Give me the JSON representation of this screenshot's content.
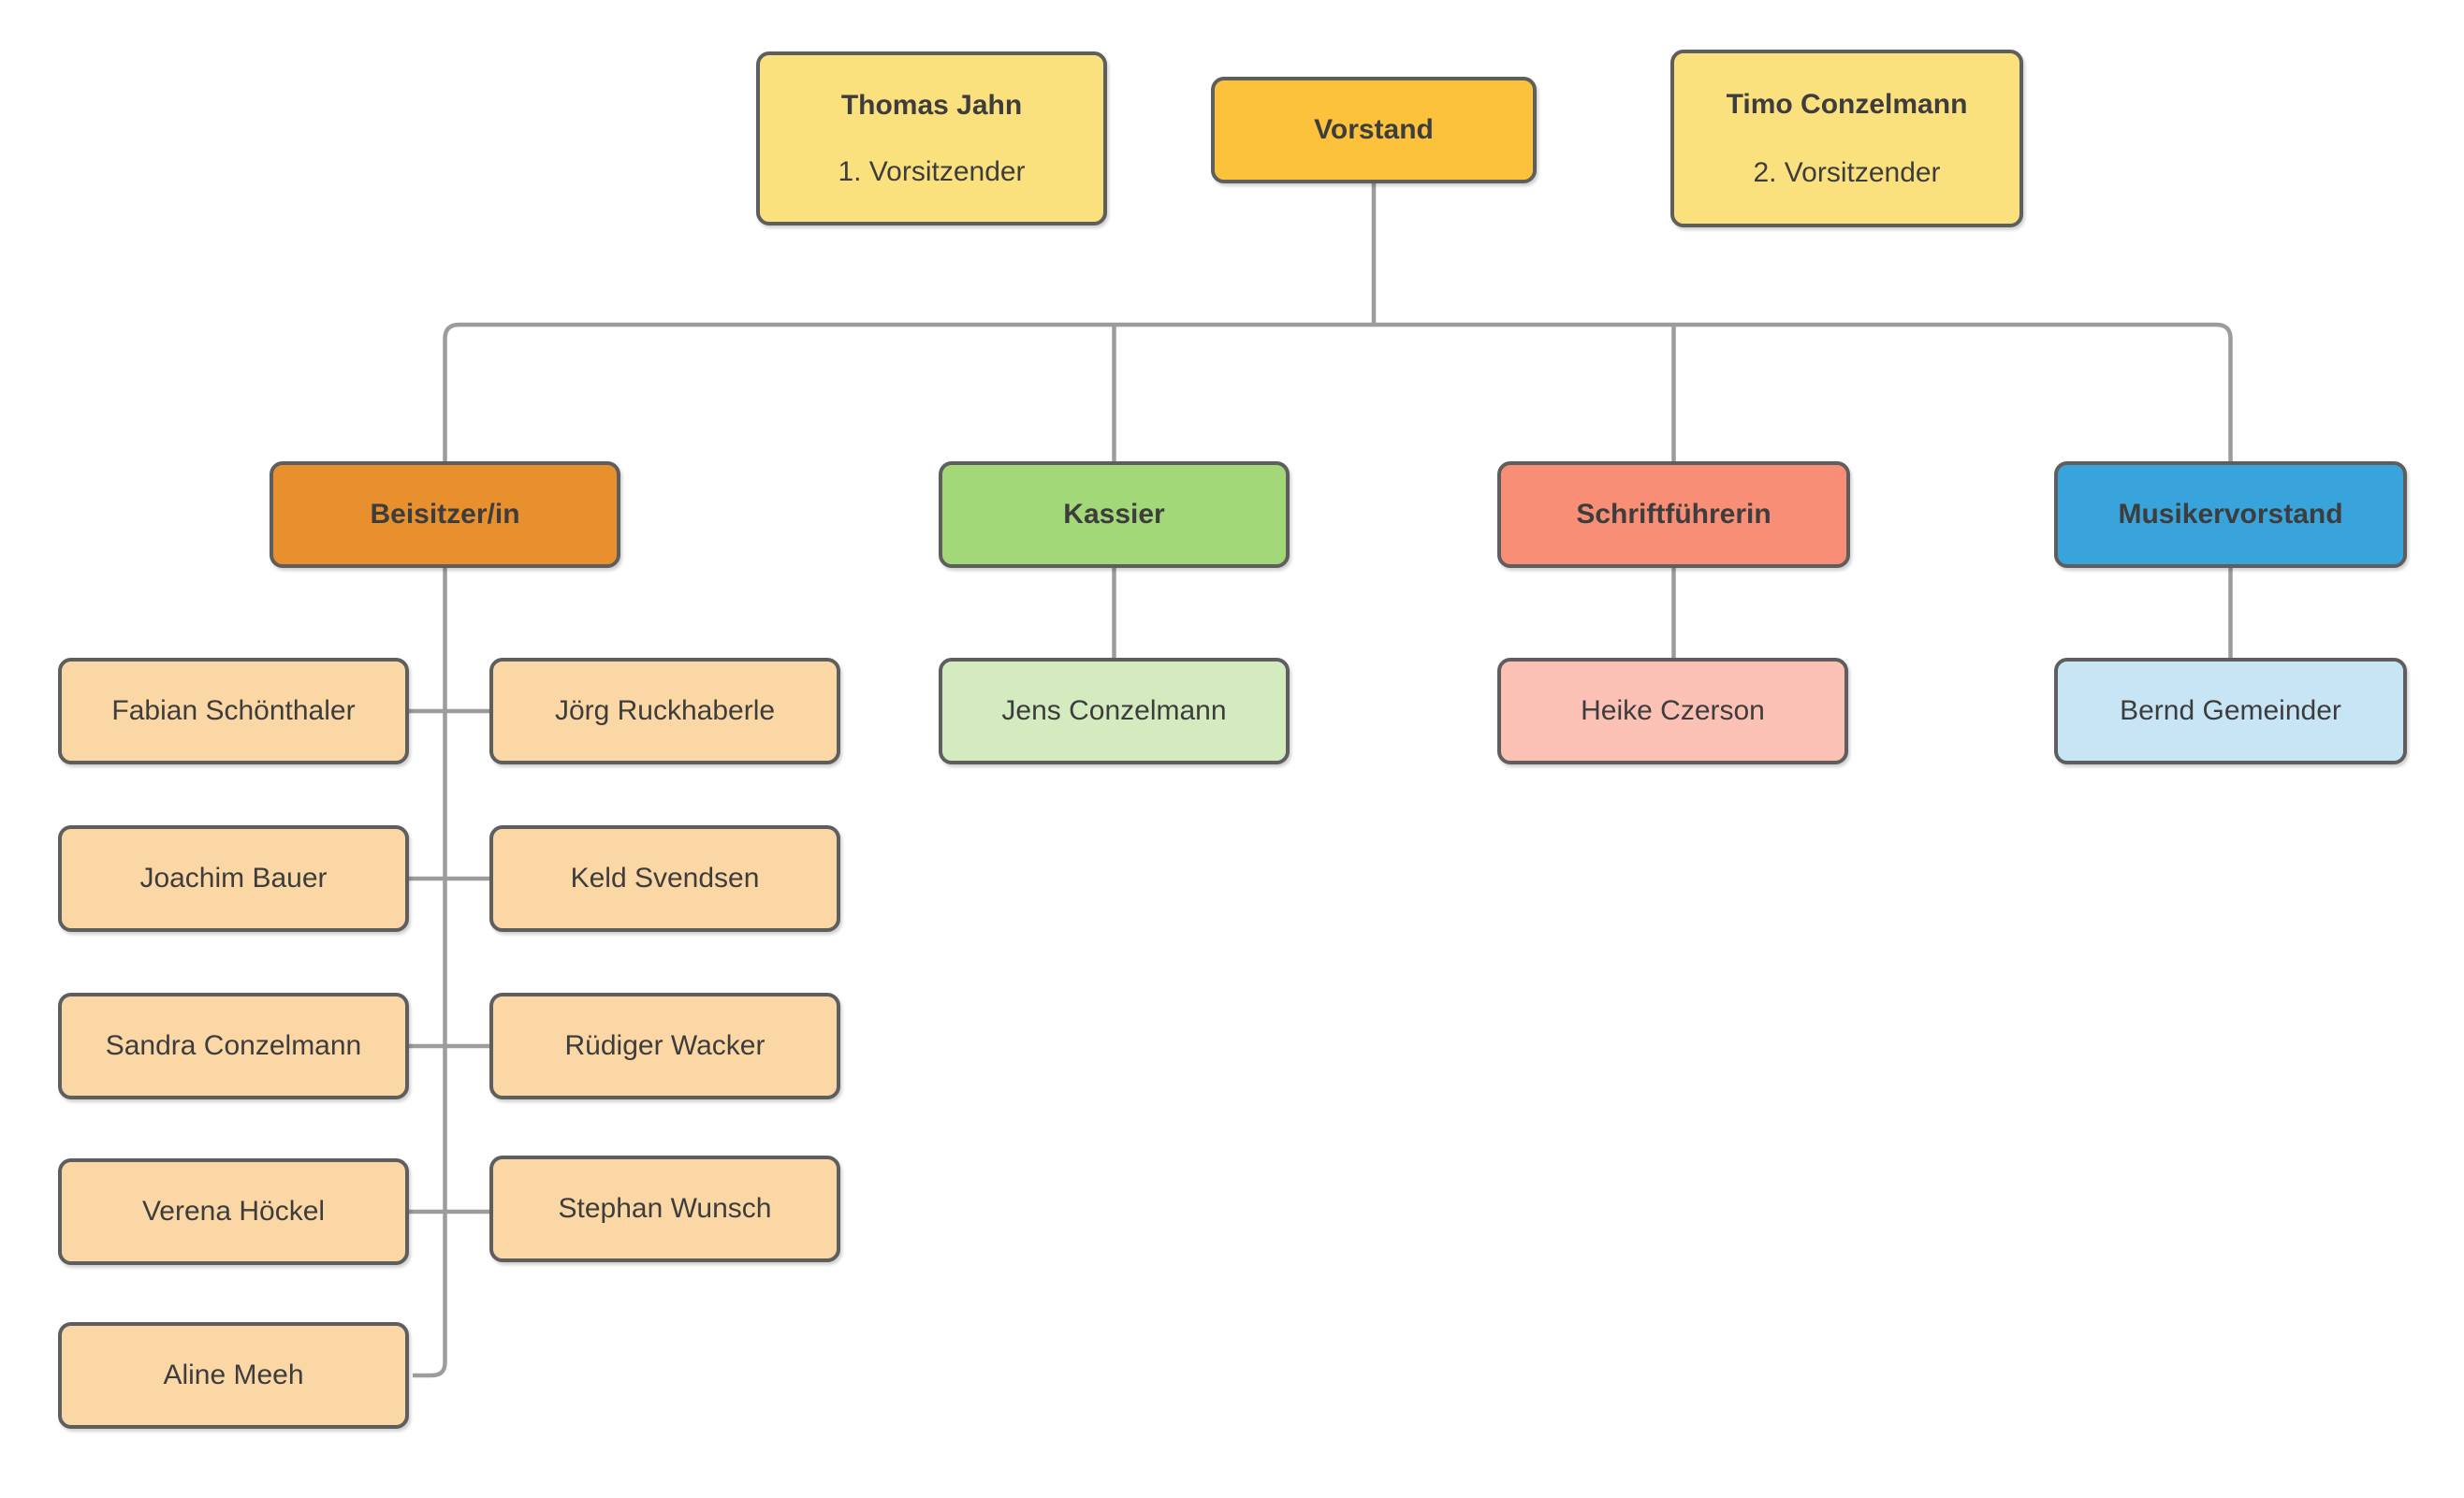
{
  "palette": {
    "canvas": "#ffffff",
    "connector": "#9c9c9c",
    "node_border": "#5e5e5e",
    "text": "#3d3d3d",
    "yellow": "#fbe07e",
    "gold": "#fcc23c",
    "orange": "#e8902e",
    "green": "#a3d878",
    "salmon": "#f98e76",
    "blue": "#39a4db",
    "peach": "#fbd7a5",
    "light_green": "#d4ebc0",
    "light_pink": "#fbc1b5",
    "light_blue": "#c8e5f6"
  },
  "org": {
    "chair_first": {
      "name": "Thomas Jahn",
      "role": "1. Vorsitzender"
    },
    "board": {
      "label": "Vorstand"
    },
    "chair_second": {
      "name": "Timo Conzelmann",
      "role": "2. Vorsitzender"
    },
    "departments": [
      {
        "label": "Beisitzer/in",
        "members_left": [
          "Fabian Schönthaler",
          "Joachim Bauer",
          "Sandra Conzelmann",
          "Verena Höckel",
          "Aline Meeh"
        ],
        "members_right": [
          "Jörg Ruckhaberle",
          "Keld Svendsen",
          "Rüdiger Wacker",
          "Stephan Wunsch"
        ]
      },
      {
        "label": "Kassier",
        "member": "Jens Conzelmann"
      },
      {
        "label": "Schriftführerin",
        "member": "Heike Czerson"
      },
      {
        "label": "Musikervorstand",
        "member": "Bernd Gemeinder"
      }
    ]
  }
}
